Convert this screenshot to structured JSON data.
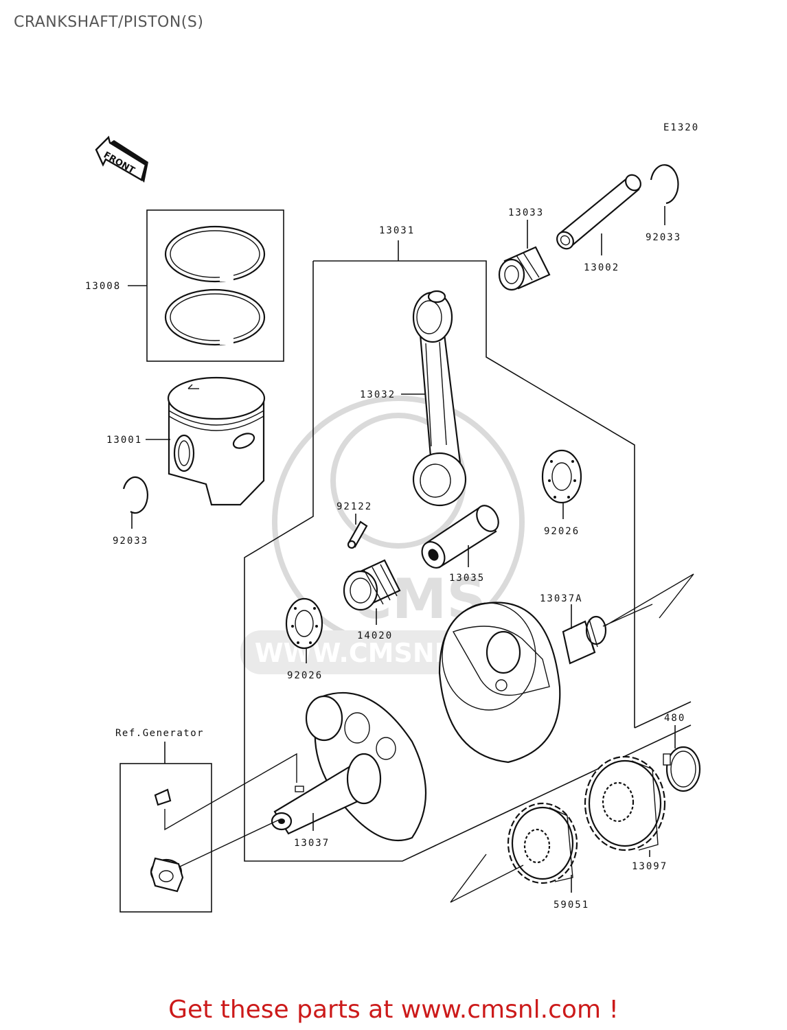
{
  "title": "CRANKSHAFT/PISTON(S)",
  "diagram_code": "E1320",
  "front_label": "FRONT",
  "ref_generator": "Ref.Generator",
  "watermark": {
    "brand": "CMS",
    "url": "WWW.CMSNL.COM"
  },
  "parts": {
    "p13008": "13008",
    "p13001": "13001",
    "p92033_left": "92033",
    "p13031": "13031",
    "p13032": "13032",
    "p13033": "13033",
    "p13002": "13002",
    "p92033_right": "92033",
    "p92122": "92122",
    "p13035": "13035",
    "p14020": "14020",
    "p92026_right": "92026",
    "p92026_left": "92026",
    "p13037A": "13037A",
    "p13037": "13037",
    "p480": "480",
    "p13097": "13097",
    "p59051": "59051"
  },
  "footer": "Get these parts at www.cmsnl.com !"
}
